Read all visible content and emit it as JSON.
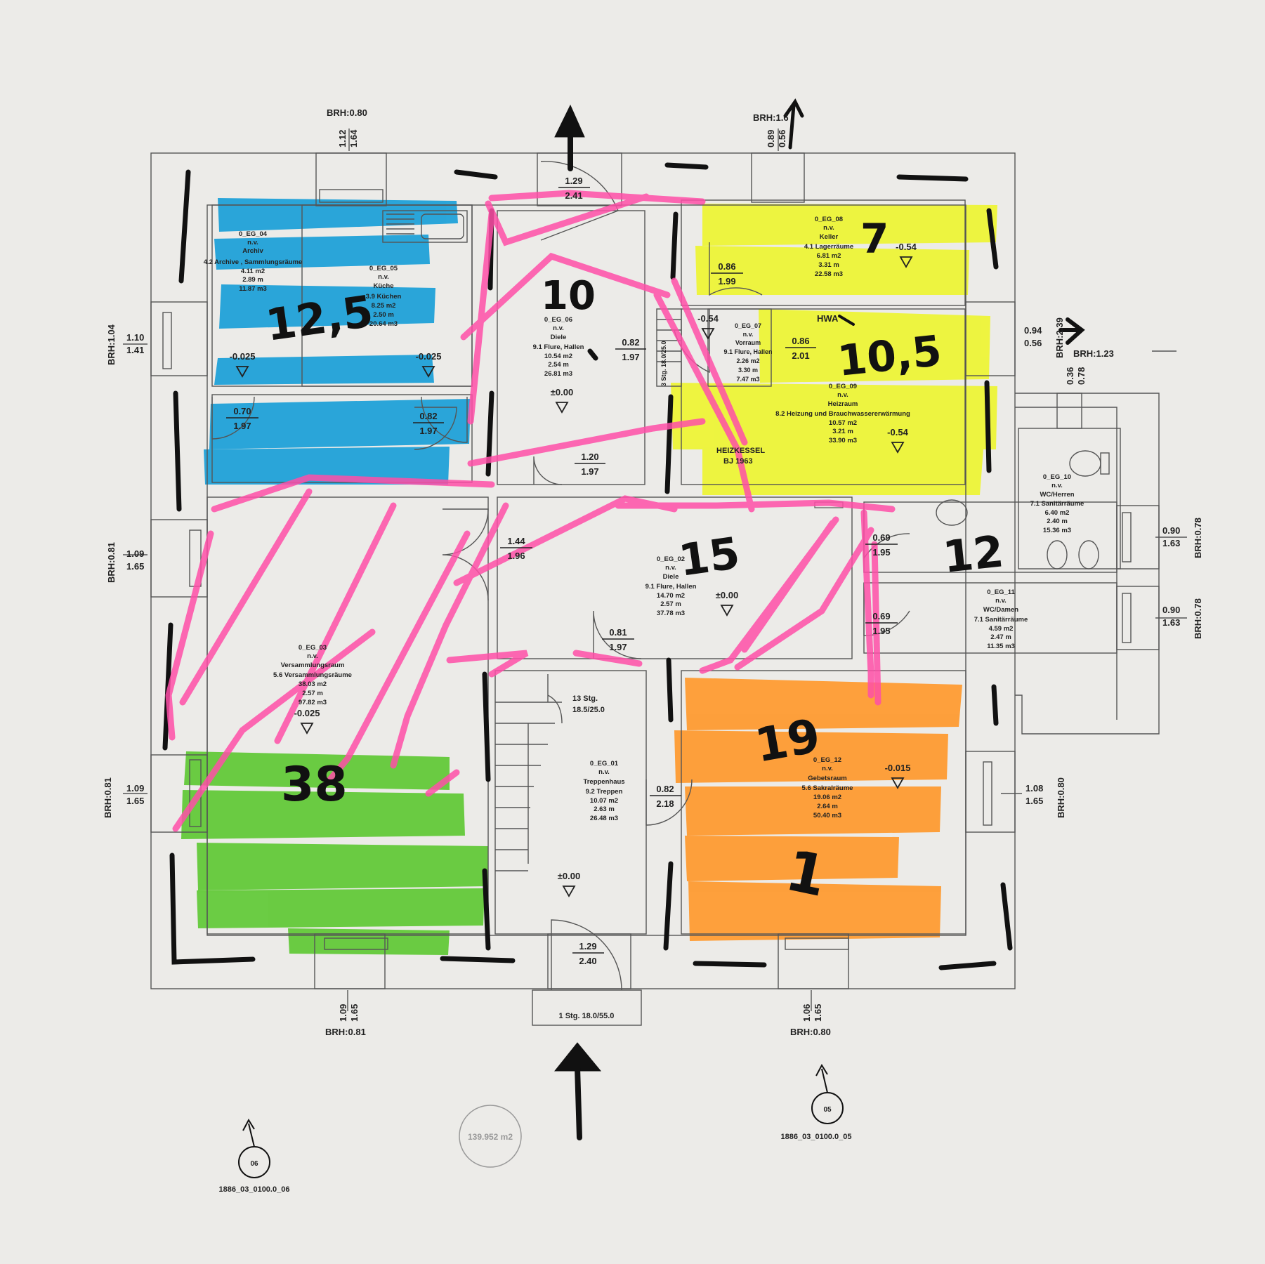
{
  "colors": {
    "paper": "#ecebe8",
    "blue": "#1aa0d8",
    "yellow": "#eef52e",
    "green": "#5fc935",
    "orange": "#ff9a2e",
    "pink": "#ff4fa8",
    "ink": "#111111"
  },
  "rooms": {
    "r04": {
      "id": "0_EG_04",
      "nv": "n.v.",
      "name": "Archiv",
      "use": "4.2 Archive , Sammlungsräume",
      "area": "4.11 m2",
      "height": "2.89 m",
      "volume": "11.87 m3"
    },
    "r05": {
      "id": "0_EG_05",
      "nv": "n.v.",
      "name": "Küche",
      "use": "3.9 Küchen",
      "area": "8.25 m2",
      "height": "2.50 m",
      "volume": "20.64 m3"
    },
    "r06": {
      "id": "0_EG_06",
      "nv": "n.v.",
      "name": "Diele",
      "use": "9.1 Flure, Hallen",
      "area": "10.54 m2",
      "height": "2.54 m",
      "volume": "26.81 m3"
    },
    "r07": {
      "id": "0_EG_07",
      "nv": "n.v.",
      "name": "Vorraum",
      "use": "9.1 Flure, Hallen",
      "area": "2.26 m2",
      "height": "3.30 m",
      "volume": "7.47 m3"
    },
    "r08": {
      "id": "0_EG_08",
      "nv": "n.v.",
      "name": "Keller",
      "use": "4.1 Lagerräume",
      "area": "6.81 m2",
      "height": "3.31 m",
      "volume": "22.58 m3"
    },
    "r09": {
      "id": "0_EG_09",
      "nv": "n.v.",
      "name": "Heizraum",
      "use": "8.2 Heizung und Brauchwassererwärmung",
      "area": "10.57 m2",
      "height": "3.21 m",
      "volume": "33.90 m3"
    },
    "r10": {
      "id": "0_EG_10",
      "nv": "n.v.",
      "name": "WC/Herren",
      "use": "7.1 Sanitärräume",
      "area": "6.40 m2",
      "height": "2.40 m",
      "volume": "15.36 m3"
    },
    "r11": {
      "id": "0_EG_11",
      "nv": "n.v.",
      "name": "WC/Damen",
      "use": "7.1 Sanitärräume",
      "area": "4.59 m2",
      "height": "2.47 m",
      "volume": "11.35 m3"
    },
    "r02": {
      "id": "0_EG_02",
      "nv": "n.v.",
      "name": "Diele",
      "use": "9.1 Flure, Hallen",
      "area": "14.70 m2",
      "height": "2.57 m",
      "volume": "37.78 m3"
    },
    "r03": {
      "id": "0_EG_03",
      "nv": "n.v.",
      "name": "Versammlungsraum",
      "use": "5.6 Versammlungsräume",
      "area": "38.03 m2",
      "height": "2.57 m",
      "volume": "97.82 m3"
    },
    "r01": {
      "id": "0_EG_01",
      "nv": "n.v.",
      "name": "Treppenhaus",
      "use": "9.2 Treppen",
      "area": "10.07 m2",
      "height": "2.63 m",
      "volume": "26.48 m3"
    },
    "r12": {
      "id": "0_EG_12",
      "nv": "n.v.",
      "name": "Gebetsraum",
      "use": "5.6 Sakralräume",
      "area": "19.06 m2",
      "height": "2.64 m",
      "volume": "50.40 m3"
    }
  },
  "levels": {
    "l_archiv": "-0.025",
    "l_kueche": "-0.025",
    "l_diele": "±0.00",
    "l_keller": "-0.54",
    "l_vorraum": "-0.54",
    "l_heiz": "-0.54",
    "l_diele2": "±0.00",
    "l_vers": "-0.025",
    "l_trep": "±0.00",
    "l_gebet": "-0.015"
  },
  "openings": {
    "w_top_left": {
      "a": "1.12",
      "b": "1.64",
      "brh": "BRH:0.80"
    },
    "w_top_right": {
      "a": "0.89",
      "b": "0.56",
      "brh": "BRH:1.6"
    },
    "w_left_1": {
      "a": "1.10",
      "b": "1.41",
      "brh": "BRH:1.04"
    },
    "w_left_2": {
      "a": "1.09",
      "b": "1.65",
      "brh": "BRH:0.81"
    },
    "w_left_3": {
      "a": "1.09",
      "b": "1.65",
      "brh": "BRH:0.81"
    },
    "w_right_1": {
      "a": "0.94",
      "b": "0.56",
      "brh": "BRH:2.39"
    },
    "w_right_wc_top": {
      "a": "0.36",
      "b": "0.78",
      "brh": "BRH:1.23"
    },
    "w_right_2": {
      "a": "0.90",
      "b": "1.63",
      "brh": "BRH:0.78"
    },
    "w_right_3": {
      "a": "0.90",
      "b": "1.63",
      "brh": "BRH:0.78"
    },
    "w_right_4": {
      "a": "1.08",
      "b": "1.65",
      "brh": "BRH:0.80"
    },
    "w_bot_left": {
      "a": "1.09",
      "b": "1.65",
      "brh": "BRH:0.81"
    },
    "w_bot_right": {
      "a": "1.06",
      "b": "1.65",
      "brh": "BRH:0.80"
    }
  },
  "doors": {
    "d_top": {
      "a": "1.29",
      "b": "2.41"
    },
    "d_archiv": {
      "a": "0.70",
      "b": "1.97"
    },
    "d_kueche": {
      "a": "0.82",
      "b": "1.97"
    },
    "d_diele": {
      "a": "0.82",
      "b": "1.97"
    },
    "d_diele_bot": {
      "a": "1.20",
      "b": "1.97"
    },
    "d_keller": {
      "a": "0.86",
      "b": "1.99"
    },
    "d_heiz": {
      "a": "0.86",
      "b": "2.01"
    },
    "d_vers": {
      "a": "1.44",
      "b": "1.96"
    },
    "d_wc_h": {
      "a": "0.69",
      "b": "1.95"
    },
    "d_wc_d": {
      "a": "0.69",
      "b": "1.95"
    },
    "d_trep": {
      "a": "0.81",
      "b": "1.97"
    },
    "d_gebet": {
      "a": "0.82",
      "b": "2.18"
    },
    "d_entry": {
      "a": "1.29",
      "b": "2.40"
    }
  },
  "labels": {
    "heizkessel": "HEIZKESSEL",
    "bj": "BJ 1963",
    "hwa": "HWA",
    "stairs_main": "13 Stg.",
    "stairs_main_dim": "18.5/25.0",
    "stairs_small": "3 Stg. 18.0/25.0",
    "entry_step": "1 Stg. 18.0/55.0",
    "total_area": "139.952 m2",
    "section_left_num": "06",
    "section_left_ref": "1886_03_0100.0_06",
    "section_right_num": "05",
    "section_right_ref": "1886_03_0100.0_05"
  },
  "handwritten": {
    "blue": "12,5",
    "diele": "10",
    "keller": "7",
    "heiz": "10,5",
    "diele2": "15",
    "wc": "12",
    "green": "38",
    "orange_top": "19",
    "orange_bot": "1"
  }
}
